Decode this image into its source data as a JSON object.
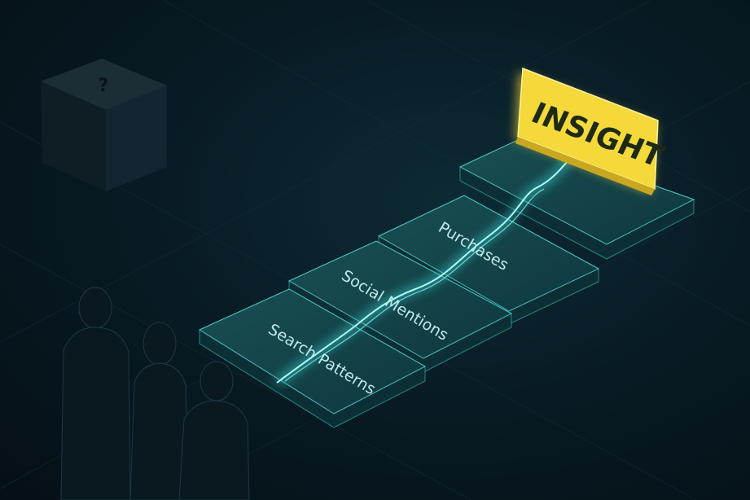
{
  "mystery_box": {
    "symbol": "?"
  },
  "insight_sign": {
    "label": "INSIGHT",
    "color": "#f5d83a"
  },
  "steps": [
    {
      "label": "Search Patterns"
    },
    {
      "label": "Social Mentions"
    },
    {
      "label": "Purchases"
    }
  ],
  "colors": {
    "accent": "#3ee6e0",
    "background": "#081a23"
  }
}
